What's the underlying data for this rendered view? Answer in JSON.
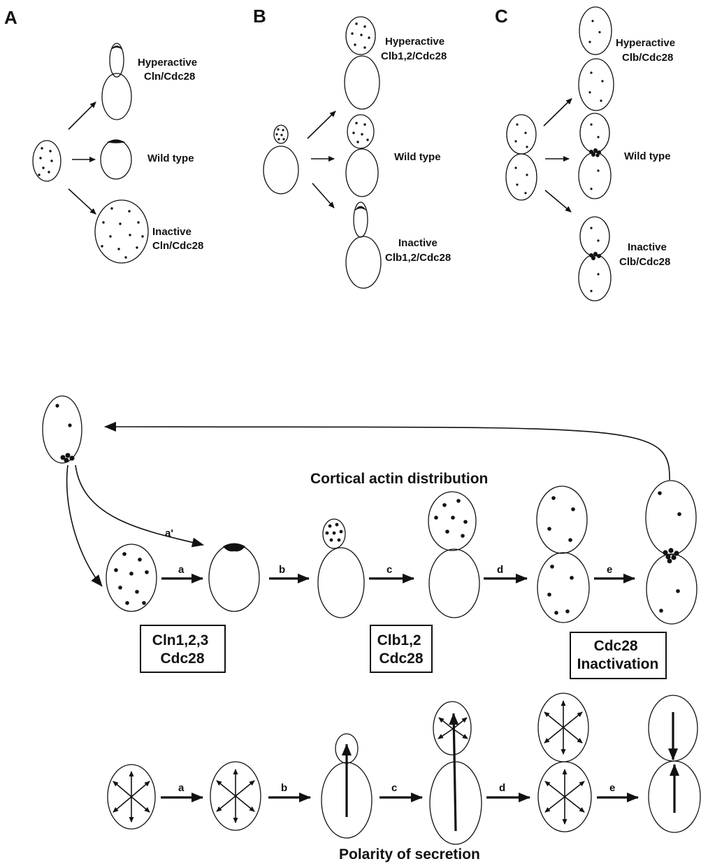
{
  "panels": {
    "A": {
      "letter": "A",
      "hyperactive": [
        "Hyperactive",
        "Cln/Cdc28"
      ],
      "wild_type": "Wild type",
      "inactive": [
        "Inactive",
        "Cln/Cdc28"
      ]
    },
    "B": {
      "letter": "B",
      "hyperactive": [
        "Hyperactive",
        "Clb1,2/Cdc28"
      ],
      "wild_type": "Wild type",
      "inactive": [
        "Inactive",
        "Clb1,2/Cdc28"
      ]
    },
    "C": {
      "letter": "C",
      "hyperactive": [
        "Hyperactive",
        "Clb/Cdc28"
      ],
      "wild_type": "Wild type",
      "inactive": [
        "Inactive",
        "Clb/Cdc28"
      ]
    }
  },
  "cycle": {
    "actin_title": "Cortical actin distribution",
    "secretion_title": "Polarity of secretion",
    "step_labels": [
      "a'",
      "a",
      "b",
      "c",
      "d",
      "e"
    ],
    "boxes": {
      "cln": [
        "Cln1,2,3",
        "Cdc28"
      ],
      "clb": [
        "Clb1,2",
        "Cdc28"
      ],
      "inactivation": [
        "Cdc28",
        "Inactivation"
      ]
    }
  }
}
